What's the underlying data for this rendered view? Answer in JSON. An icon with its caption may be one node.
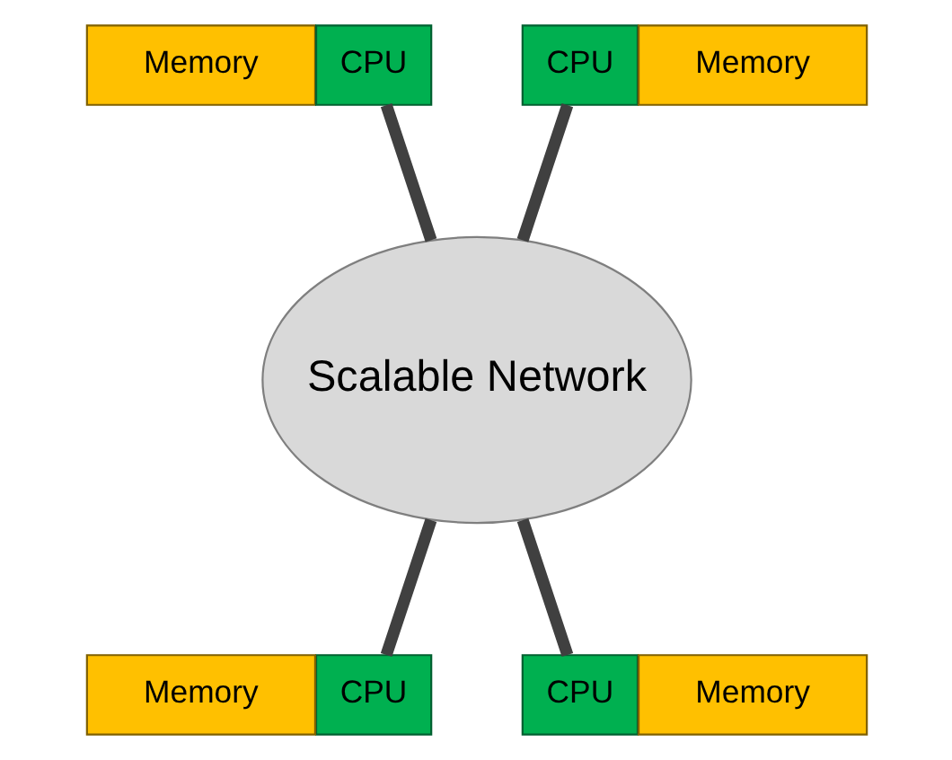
{
  "diagram": {
    "nodes": [
      {
        "text": [
          "Memory"
        ]
      },
      {
        "text": [
          "CPU"
        ]
      },
      {
        "text": [
          "CPU"
        ]
      },
      {
        "text": [
          "Memory"
        ]
      },
      {
        "text": [
          "Scalable Network"
        ]
      },
      {
        "text": [
          "Memory"
        ]
      },
      {
        "text": [
          "CPU"
        ]
      },
      {
        "text": [
          "CPU"
        ]
      },
      {
        "text": [
          "Memory"
        ]
      }
    ],
    "edges": [
      {
        "from": 1,
        "to": 4,
        "arrow": "none"
      },
      {
        "from": 2,
        "to": 4,
        "arrow": "none"
      },
      {
        "from": 4,
        "to": 6,
        "arrow": "none"
      },
      {
        "from": 4,
        "to": 7,
        "arrow": "none"
      }
    ]
  }
}
